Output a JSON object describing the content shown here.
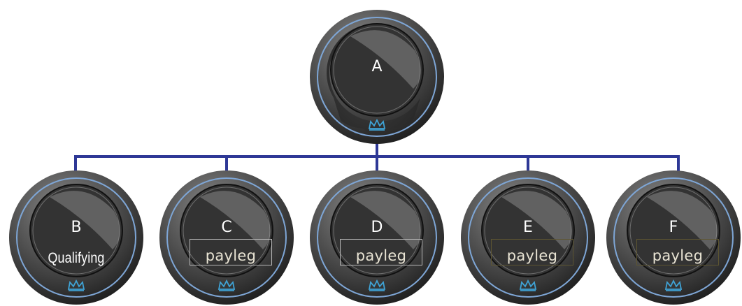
{
  "diagram": {
    "root": {
      "label": "A"
    },
    "children": [
      {
        "label": "B",
        "sub": "Qualifying",
        "box": ""
      },
      {
        "label": "C",
        "sub": "",
        "box": "payleg"
      },
      {
        "label": "D",
        "sub": "",
        "box": "payleg"
      },
      {
        "label": "E",
        "sub": "",
        "box": "payleg"
      },
      {
        "label": "F",
        "sub": "",
        "box": "payleg"
      }
    ]
  },
  "colors": {
    "connector": "#2e3896",
    "ring": "#7ea6d6",
    "crown": "#3fa3d6",
    "badge_dark": "#2b2b2b",
    "badge_mid": "#6a6a6a"
  }
}
